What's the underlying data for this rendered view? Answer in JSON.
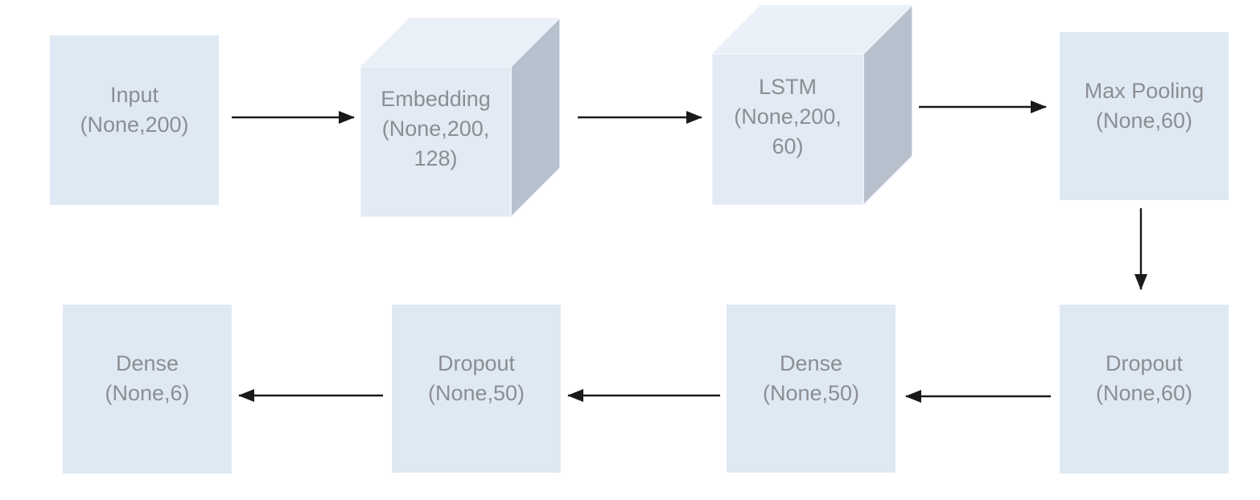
{
  "diagram": {
    "description": "Neural network model architecture flow diagram",
    "colors": {
      "box_fill": "#dfe9f4",
      "cube_front": "#e2eaf4",
      "cube_top": "#eaf0f8",
      "cube_side": "#b7c0cd",
      "text": "#8b8e93",
      "arrow": "#1a1a1a",
      "background": "#ffffff"
    },
    "nodes": [
      {
        "id": "input",
        "shape": "rect",
        "layer": "Input",
        "output_shape": "(None,200)",
        "lines": [
          "Input",
          "(None,200)"
        ]
      },
      {
        "id": "embedding",
        "shape": "cube",
        "layer": "Embedding",
        "output_shape": "(None,200,128)",
        "lines": [
          "Embedding",
          "(None,200,",
          "128)"
        ]
      },
      {
        "id": "lstm",
        "shape": "cube",
        "layer": "LSTM",
        "output_shape": "(None,200,60)",
        "lines": [
          "LSTM",
          "(None,200,",
          "60)"
        ]
      },
      {
        "id": "max-pooling",
        "shape": "rect",
        "layer": "Max Pooling",
        "output_shape": "(None,60)",
        "lines": [
          "Max Pooling",
          "(None,60)"
        ]
      },
      {
        "id": "dropout-1",
        "shape": "rect",
        "layer": "Dropout",
        "output_shape": "(None,60)",
        "lines": [
          "Dropout",
          "(None,60)"
        ]
      },
      {
        "id": "dense-1",
        "shape": "rect",
        "layer": "Dense",
        "output_shape": "(None,50)",
        "lines": [
          "Dense",
          "(None,50)"
        ]
      },
      {
        "id": "dropout-2",
        "shape": "rect",
        "layer": "Dropout",
        "output_shape": "(None,50)",
        "lines": [
          "Dropout",
          "(None,50)"
        ]
      },
      {
        "id": "dense-2",
        "shape": "rect",
        "layer": "Dense",
        "output_shape": "(None,6)",
        "lines": [
          "Dense",
          "(None,6)"
        ]
      }
    ],
    "edges": [
      {
        "from": "input",
        "to": "embedding",
        "direction": "right"
      },
      {
        "from": "embedding",
        "to": "lstm",
        "direction": "right"
      },
      {
        "from": "lstm",
        "to": "max-pooling",
        "direction": "right"
      },
      {
        "from": "max-pooling",
        "to": "dropout-1",
        "direction": "down"
      },
      {
        "from": "dropout-1",
        "to": "dense-1",
        "direction": "left"
      },
      {
        "from": "dense-1",
        "to": "dropout-2",
        "direction": "left"
      },
      {
        "from": "dropout-2",
        "to": "dense-2",
        "direction": "left"
      }
    ]
  }
}
